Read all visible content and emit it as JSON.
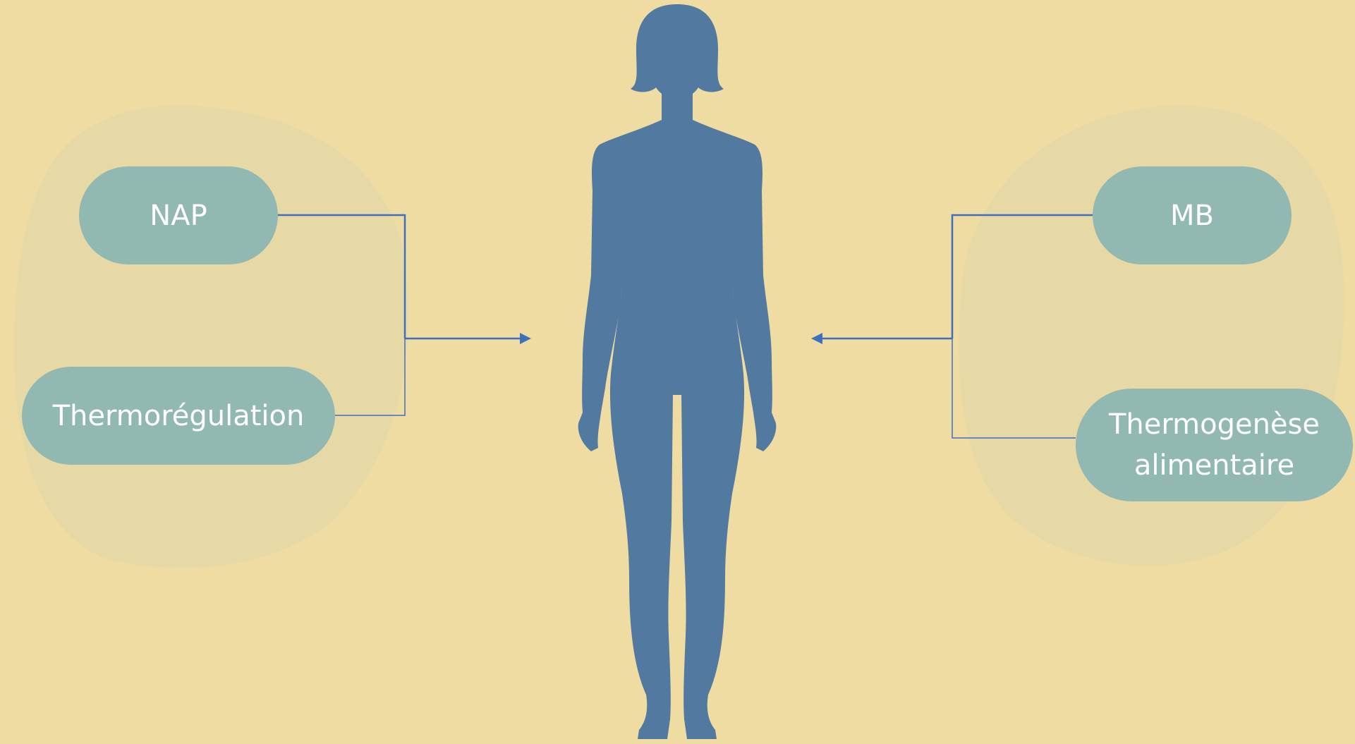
{
  "diagram": {
    "left_factors": [
      {
        "label": "NAP"
      },
      {
        "label": "Thermorégulation"
      }
    ],
    "right_factors": [
      {
        "label": "MB"
      },
      {
        "label_line1": "Thermogenèse",
        "label_line2": "alimentaire"
      }
    ],
    "colors": {
      "background": "#eedca2",
      "blob": "#e6d8a6",
      "pill": "#91b8b1",
      "pill_text": "#ffffff",
      "connector": "#3f6fbf",
      "silhouette": "#52799f"
    },
    "center_icon": "human-silhouette-icon"
  }
}
